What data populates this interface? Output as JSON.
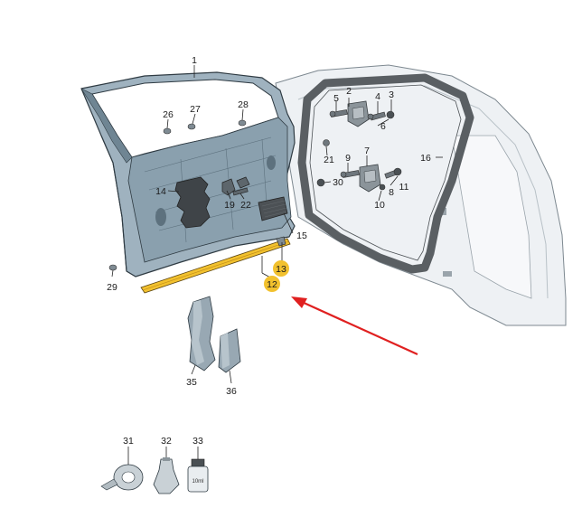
{
  "labels": {
    "p1": "1",
    "p2": "2",
    "p3": "3",
    "p4": "4",
    "p5": "5",
    "p6": "6",
    "p7": "7",
    "p8": "8",
    "p9": "9",
    "p10": "10",
    "p11": "11",
    "p12": "12",
    "p13": "13",
    "p14": "14",
    "p15": "15",
    "p16": "16",
    "p19": "19",
    "p21": "21",
    "p22": "22",
    "p26": "26",
    "p27": "27",
    "p28": "28",
    "p29": "29",
    "p30": "30",
    "p31": "31",
    "p32": "32",
    "p33": "33",
    "p35": "35",
    "p36": "36"
  },
  "bottle_text": "10ml",
  "colors": {
    "door_fill": "#9fb2bf",
    "door_dark": "#6f8593",
    "body_fill": "#eef1f4",
    "seal_fill": "#5a5f63",
    "highlight": "#f2c12e",
    "arrow": "#e02020"
  }
}
